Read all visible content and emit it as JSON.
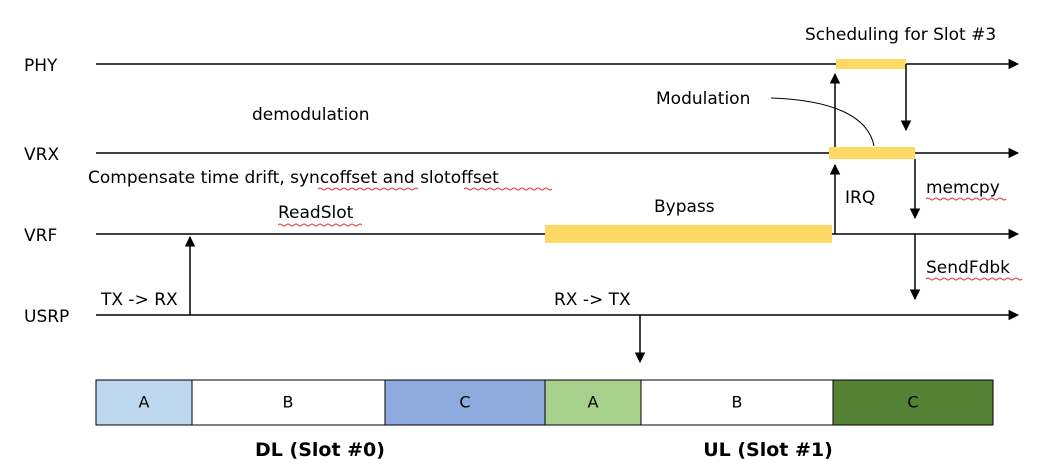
{
  "lanes": {
    "phy": "PHY",
    "vrx": "VRX",
    "vrf": "VRF",
    "usrp": "USRP"
  },
  "annotations": {
    "scheduling": "Scheduling for Slot #3",
    "modulation": "Modulation",
    "demodulation": "demodulation",
    "compensate_prefix": "Compensate time drift, ",
    "syncoffset": "syncoffset",
    "and": " and ",
    "slotoffset": "slotoffset",
    "readslot": "ReadSlot",
    "bypass": "Bypass",
    "irq": "IRQ",
    "memcpy": "memcpy",
    "sendfdbk": "SendFdbk",
    "tx_rx": "TX -> RX",
    "rx_tx": "RX -> TX"
  },
  "segments": [
    {
      "label": "A",
      "color": "#bdd7ee"
    },
    {
      "label": "B",
      "color": "#ffffff"
    },
    {
      "label": "C",
      "color": "#8faadc"
    },
    {
      "label": "A",
      "color": "#a9d18e"
    },
    {
      "label": "B",
      "color": "#ffffff"
    },
    {
      "label": "C",
      "color": "#548235"
    }
  ],
  "slots": {
    "dl": "DL (Slot #0)",
    "ul": "UL (Slot #1)"
  },
  "colors": {
    "highlight": "#ffd966",
    "line": "#000000"
  }
}
